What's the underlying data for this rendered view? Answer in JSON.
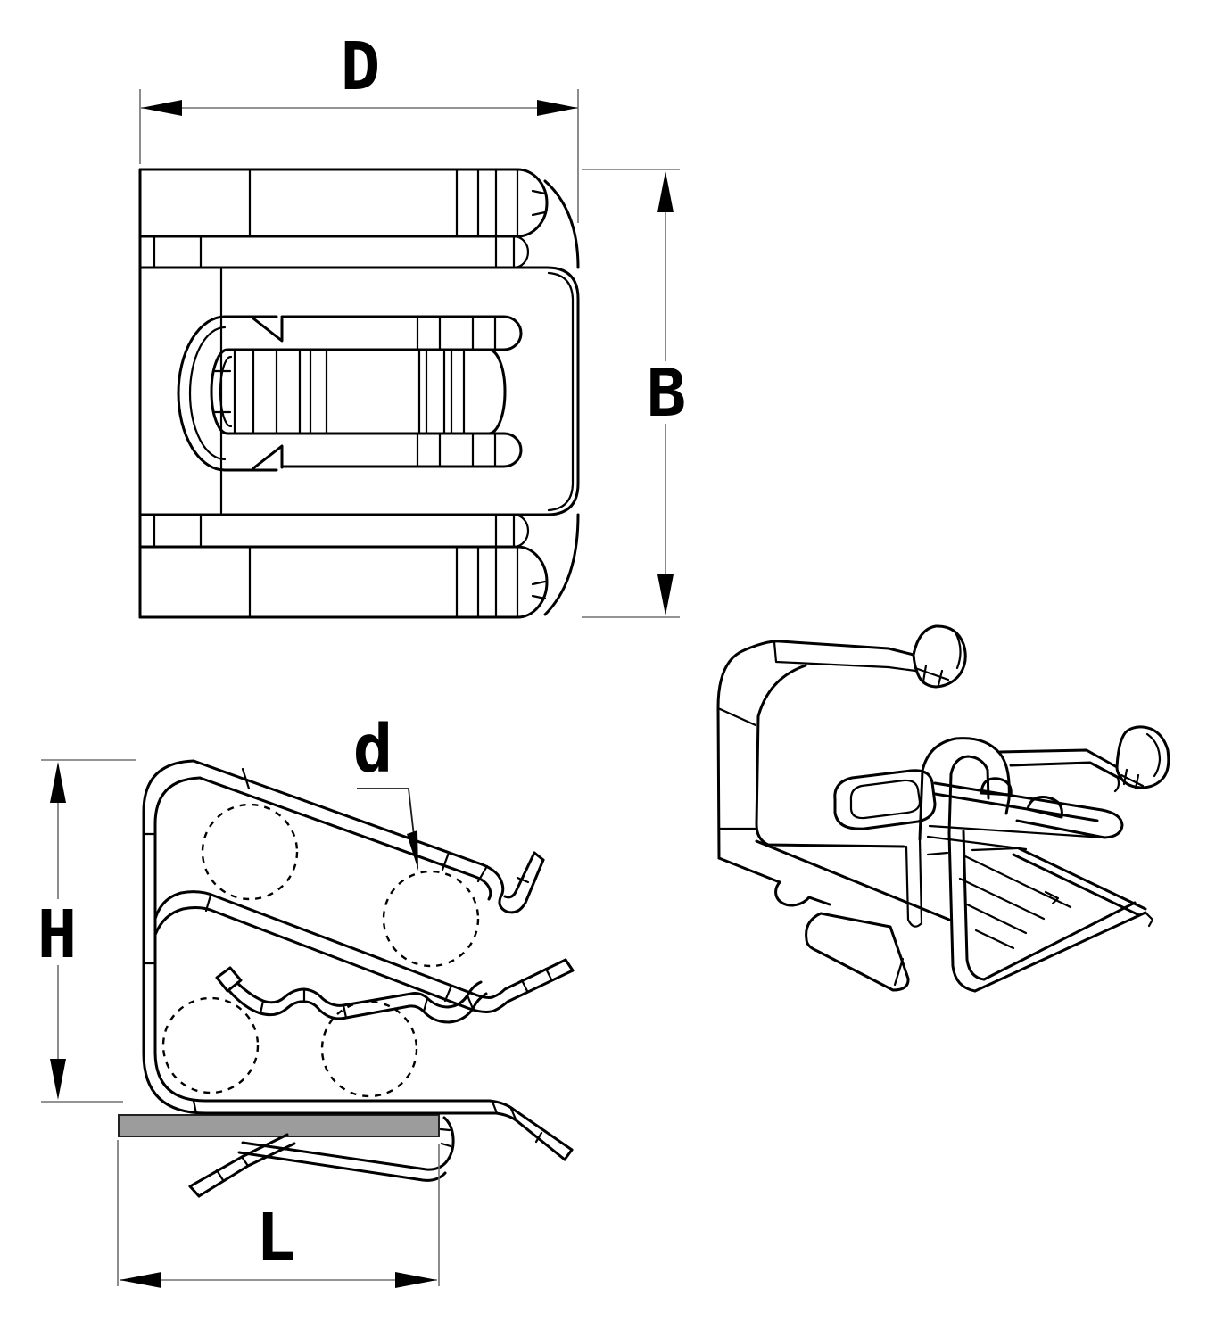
{
  "drawing": {
    "dimension_labels": {
      "overall_width": "D",
      "overall_depth": "B",
      "height": "H",
      "base_length": "L",
      "cable_diameter": "d"
    },
    "colors": {
      "line": "#000000",
      "dimension_line": "#707070",
      "plate_fill": "#9c9c9c",
      "background": "#ffffff"
    }
  }
}
